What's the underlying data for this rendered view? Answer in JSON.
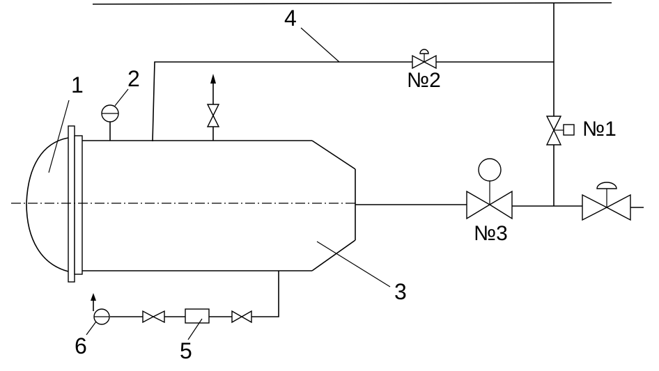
{
  "labels": {
    "head": "1",
    "gauge": "2",
    "vessel_body": "3",
    "steam_line": "4",
    "trap": "5",
    "drain_gauge": "6",
    "valve_no1": "№1",
    "valve_no2": "№2",
    "valve_no3": "№3"
  }
}
